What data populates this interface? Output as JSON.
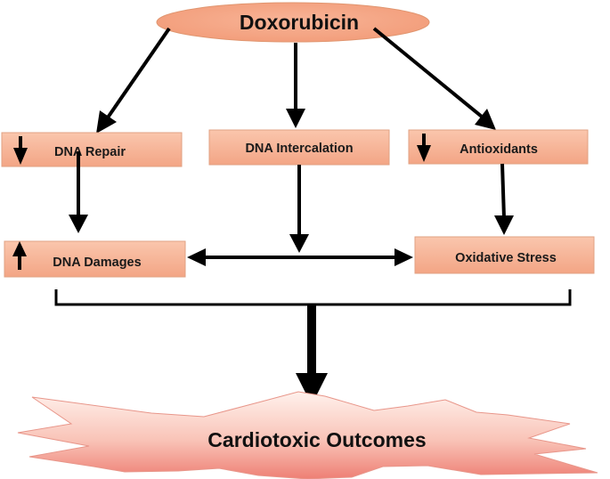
{
  "diagram": {
    "drug": "Doxorubicin",
    "boxes": {
      "dna_repair": "DNA Repair",
      "dna_intercalation": "DNA Intercalation",
      "antioxidants": "Antioxidants",
      "dna_damages": "DNA Damages",
      "oxidative_stress": "Oxidative Stress"
    },
    "outcome": "Cardiotoxic Outcomes",
    "indicators": {
      "dna_repair": "decrease",
      "antioxidants": "decrease",
      "dna_damages": "increase"
    }
  },
  "colors": {
    "box_fill_top": "#f9bfa4",
    "box_fill_bottom": "#f4a888",
    "ellipse_fill": "#f6a887",
    "burst_fill_top": "#fde3da",
    "burst_fill_bottom": "#f08b80",
    "arrow": "#000000"
  }
}
